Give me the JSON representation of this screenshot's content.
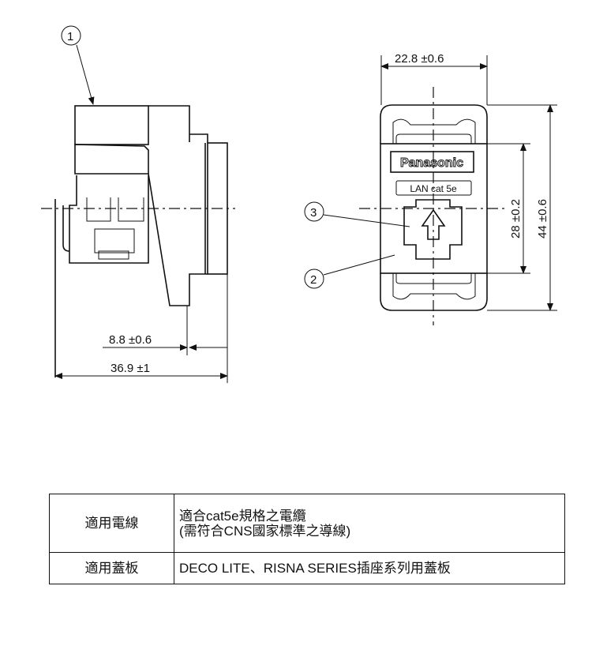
{
  "drawing": {
    "callouts": [
      "1",
      "2",
      "3"
    ],
    "side_view": {
      "dim_front": "8.8 ±0.6",
      "dim_depth": "36.9 ±1"
    },
    "front_view": {
      "dim_width": "22.8 ±0.6",
      "dim_plate_height": "28 ±0.2",
      "dim_total_height": "44 ±0.6",
      "brand": "Panasonic",
      "label": "LAN cat 5e"
    }
  },
  "spec_table": {
    "rows": [
      {
        "header": "適用電線",
        "line1": "適合cat5e規格之電纜",
        "line2": "(需符合CNS國家標準之導線)"
      },
      {
        "header": "適用蓋板",
        "line1": "DECO LITE、RISNA SERIES插座系列用蓋板"
      }
    ]
  }
}
